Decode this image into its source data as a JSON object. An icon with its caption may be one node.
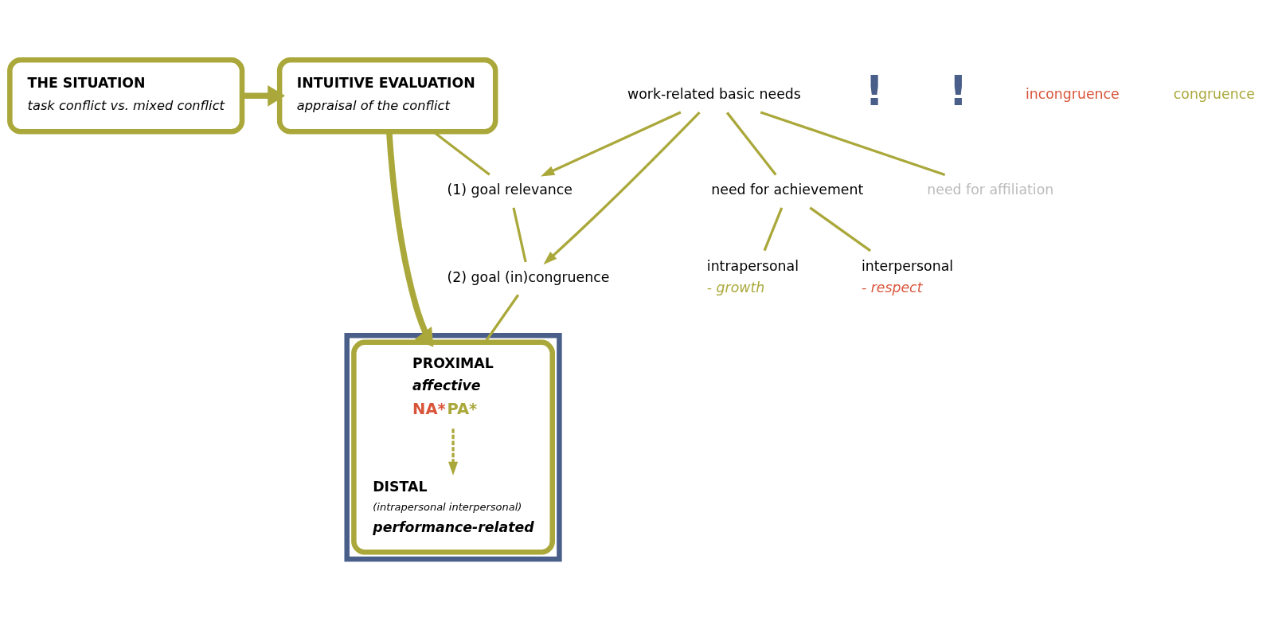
{
  "diagram": {
    "nodes": [
      {
        "text": [
          "THE SITUATION",
          "task conflict vs. mixed conflict"
        ]
      },
      {
        "text": [
          "INTUITIVE EVALUATION",
          "appraisal of the conflict"
        ]
      },
      {
        "text": [],
        "shape": "box"
      },
      {
        "text": [],
        "shape": "box",
        "in": 2
      },
      {
        "text": [
          "PROXIMAL",
          "affective",
          "NA*",
          "PA*"
        ],
        "in": 3
      },
      {
        "text": [
          "DISTAL",
          "(intrapersonal interpersonal)",
          "performance-related"
        ],
        "in": 3
      },
      {
        "text": [
          "(1) goal relevance"
        ]
      },
      {
        "text": [
          "(2) goal (in)congruence"
        ]
      },
      {
        "text": [
          "work-related basic needs"
        ]
      },
      {
        "text": [
          "need for achievement"
        ]
      },
      {
        "text": [
          "need for affiliation"
        ]
      },
      {
        "text": [
          "intrapersonal",
          "- growth"
        ]
      },
      {
        "text": [
          "interpersonal",
          "- respect"
        ]
      }
    ],
    "edges": [
      {
        "from": 0,
        "to": 1,
        "arrow": "to",
        "style": "thick"
      },
      {
        "from": 1,
        "to": 3,
        "arrow": "to",
        "style": "thick"
      },
      {
        "from": 4,
        "to": 5,
        "arrow": "to",
        "style": "dashed"
      },
      {
        "from": 1,
        "to": 6,
        "arrow": "none"
      },
      {
        "from": 6,
        "to": 7,
        "arrow": "none"
      },
      {
        "from": 8,
        "to": 6,
        "arrow": "to"
      },
      {
        "from": 8,
        "to": 7,
        "arrow": "to"
      },
      {
        "from": 7,
        "to": 3,
        "arrow": "none"
      },
      {
        "from": 8,
        "to": 9,
        "arrow": "none"
      },
      {
        "from": 8,
        "to": 10,
        "arrow": "none"
      },
      {
        "from": 9,
        "to": 11,
        "arrow": "none"
      },
      {
        "from": 9,
        "to": 12,
        "arrow": "none"
      }
    ],
    "labels": [
      "!",
      "!",
      "incongruence",
      "congruence"
    ]
  }
}
